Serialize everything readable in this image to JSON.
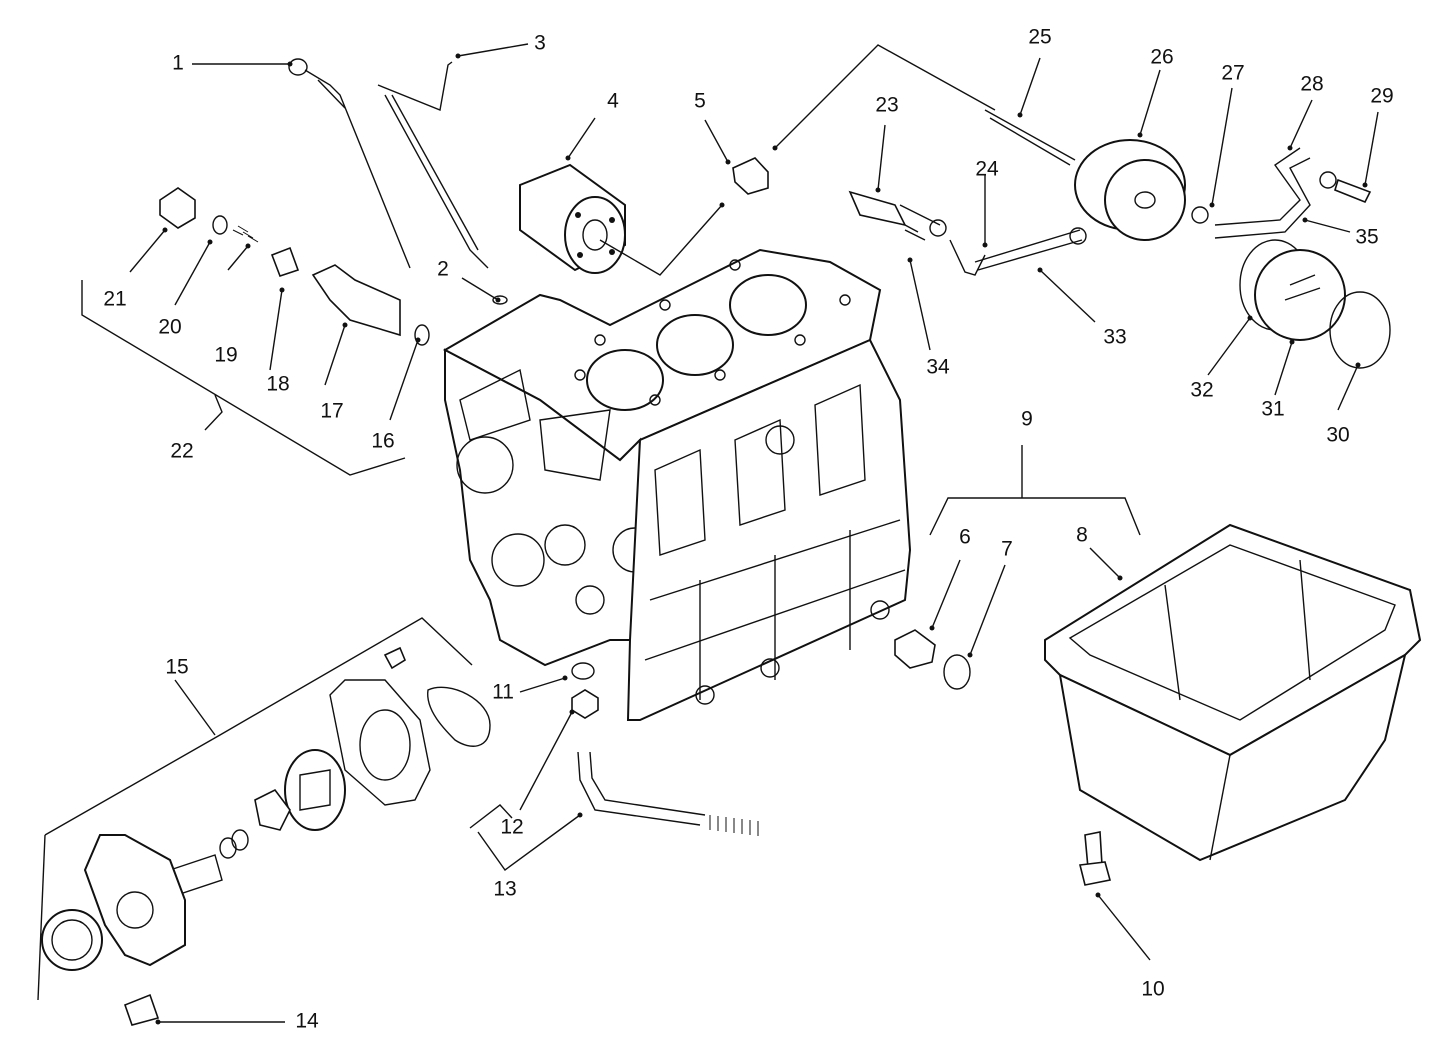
{
  "diagram": {
    "callouts": {
      "c1": "1",
      "c2": "2",
      "c3": "3",
      "c4": "4",
      "c5": "5",
      "c6": "6",
      "c7": "7",
      "c8": "8",
      "c9": "9",
      "c10": "10",
      "c11": "11",
      "c12": "12",
      "c13": "13",
      "c14": "14",
      "c15": "15",
      "c16": "16",
      "c17": "17",
      "c18": "18",
      "c19": "19",
      "c20": "20",
      "c21": "21",
      "c22": "22",
      "c23": "23",
      "c24": "24",
      "c25": "25",
      "c26": "26",
      "c27": "27",
      "c28": "28",
      "c29": "29",
      "c30": "30",
      "c31": "31",
      "c32": "32",
      "c33": "33",
      "c34": "34",
      "c35": "35"
    }
  }
}
